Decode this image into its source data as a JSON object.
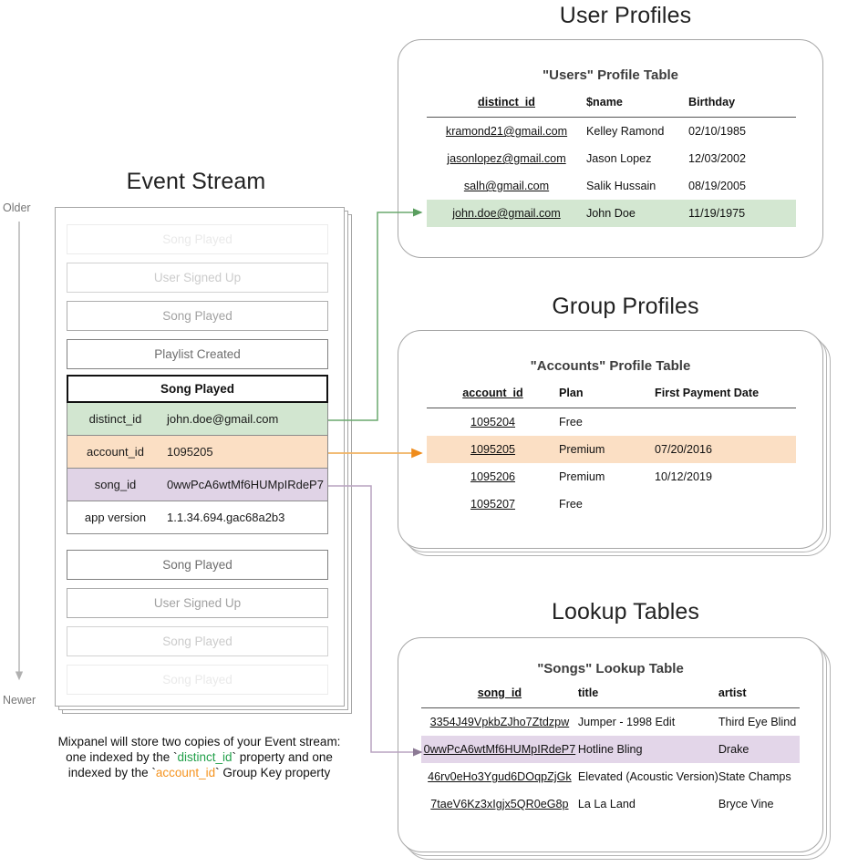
{
  "sections": {
    "event_stream_title": "Event Stream",
    "user_profiles_title": "User Profiles",
    "group_profiles_title": "Group Profiles",
    "lookup_tables_title": "Lookup Tables"
  },
  "axis": {
    "older": "Older",
    "newer": "Newer"
  },
  "event_stream": {
    "events_before": [
      {
        "label": "Song Played",
        "fade": "fade-05"
      },
      {
        "label": "User Signed Up",
        "fade": "fade-10"
      },
      {
        "label": "Song Played",
        "fade": "fade-20"
      },
      {
        "label": "Playlist Created",
        "fade": "fade-40"
      }
    ],
    "events_after": [
      {
        "label": "Song Played",
        "fade": "fade-40"
      },
      {
        "label": "User Signed Up",
        "fade": "fade-20"
      },
      {
        "label": "Song Played",
        "fade": "fade-10"
      },
      {
        "label": "Song Played",
        "fade": "fade-05"
      }
    ],
    "selected_event": {
      "name": "Song Played",
      "properties": [
        {
          "key": "distinct_id",
          "value": "john.doe@gmail.com",
          "highlight": "row-green"
        },
        {
          "key": "account_id",
          "value": "1095205",
          "highlight": "row-orange"
        },
        {
          "key": "song_id",
          "value": "0wwPcA6wtMf6HUMpIRdeP7",
          "highlight": "row-purple"
        },
        {
          "key": "app version",
          "value": "1.1.34.694.gac68a2b3",
          "highlight": "row-plain"
        }
      ]
    }
  },
  "caption": {
    "line1": "Mixpanel will store two copies of your Event stream:",
    "line2_a": "one indexed by the `",
    "line2_token": "distinct_id",
    "line2_b": "` property and one",
    "line3_a": "indexed by the `",
    "line3_token": "account_id",
    "line3_b": "` Group Key property"
  },
  "users_table": {
    "title": "\"Users\" Profile Table",
    "columns": [
      "distinct_id",
      "$name",
      "Birthday"
    ],
    "rows": [
      {
        "cells": [
          "kramond21@gmail.com",
          "Kelley Ramond",
          "02/10/1985"
        ],
        "highlight": ""
      },
      {
        "cells": [
          "jasonlopez@gmail.com",
          "Jason Lopez",
          "12/03/2002"
        ],
        "highlight": ""
      },
      {
        "cells": [
          "salh@gmail.com",
          "Salik Hussain",
          "08/19/2005"
        ],
        "highlight": ""
      },
      {
        "cells": [
          "john.doe@gmail.com",
          "John Doe",
          "11/19/1975"
        ],
        "highlight": "hl-green"
      }
    ]
  },
  "accounts_table": {
    "title": "\"Accounts\" Profile Table",
    "columns": [
      "account_id",
      "Plan",
      "First Payment Date"
    ],
    "rows": [
      {
        "cells": [
          "1095204",
          "Free",
          ""
        ],
        "highlight": ""
      },
      {
        "cells": [
          "1095205",
          "Premium",
          "07/20/2016"
        ],
        "highlight": "hl-orange"
      },
      {
        "cells": [
          "1095206",
          "Premium",
          "10/12/2019"
        ],
        "highlight": ""
      },
      {
        "cells": [
          "1095207",
          "Free",
          ""
        ],
        "highlight": ""
      }
    ]
  },
  "songs_table": {
    "title": "\"Songs\" Lookup Table",
    "columns": [
      "song_id",
      "title",
      "artist"
    ],
    "rows": [
      {
        "cells": [
          "3354J49VpkbZJho7Ztdzpw",
          "Jumper - 1998 Edit",
          "Third Eye Blind"
        ],
        "highlight": ""
      },
      {
        "cells": [
          "0wwPcA6wtMf6HUMpIRdeP7",
          "Hotline Bling",
          "Drake"
        ],
        "highlight": "hl-purple"
      },
      {
        "cells": [
          "46rv0eHo3Ygud6DOqpZjGk",
          "Elevated (Acoustic Version)",
          "State Champs"
        ],
        "highlight": ""
      },
      {
        "cells": [
          "7taeV6Kz3xIgjx5QR0eG8p",
          "La La Land",
          "Bryce Vine"
        ],
        "highlight": ""
      }
    ]
  },
  "colors": {
    "green": "#22a04a",
    "orange": "#f5931e",
    "purple": "#9b7fa8",
    "green_row": "#d3e7d1",
    "orange_row": "#fbdfc4",
    "purple_row": "#e3d6e9",
    "card_border": "#a6a6a6"
  }
}
